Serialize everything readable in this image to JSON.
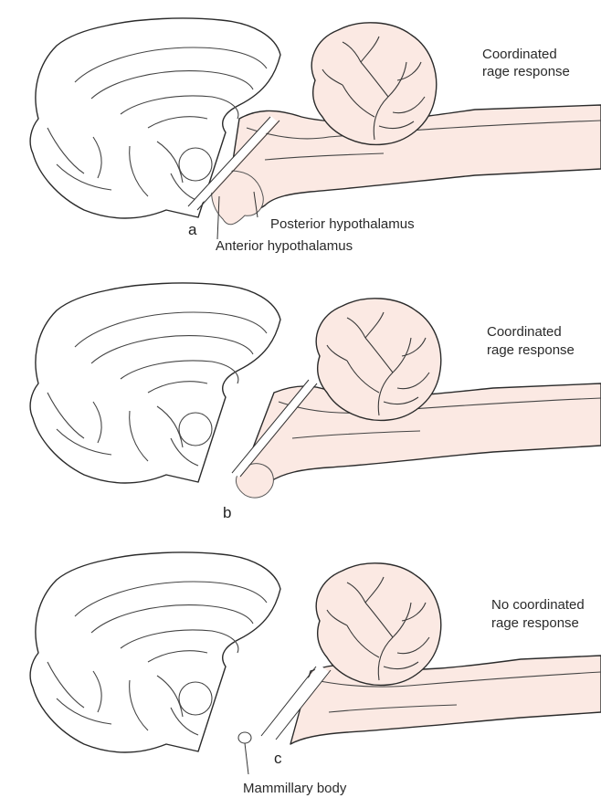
{
  "panels": [
    {
      "letter": "a",
      "response": [
        "Coordinated",
        "rage response"
      ],
      "labels": {
        "posterior": "Posterior hypothalamus",
        "anterior": "Anterior hypothalamus"
      }
    },
    {
      "letter": "b",
      "response": [
        "Coordinated",
        "rage response"
      ]
    },
    {
      "letter": "c",
      "response": [
        "No coordinated",
        "rage response"
      ],
      "labels": {
        "mammillary": "Mammillary body"
      }
    }
  ],
  "colors": {
    "tissue": "#fbe9e3",
    "outline": "#2b2b2b",
    "background": "#ffffff"
  }
}
